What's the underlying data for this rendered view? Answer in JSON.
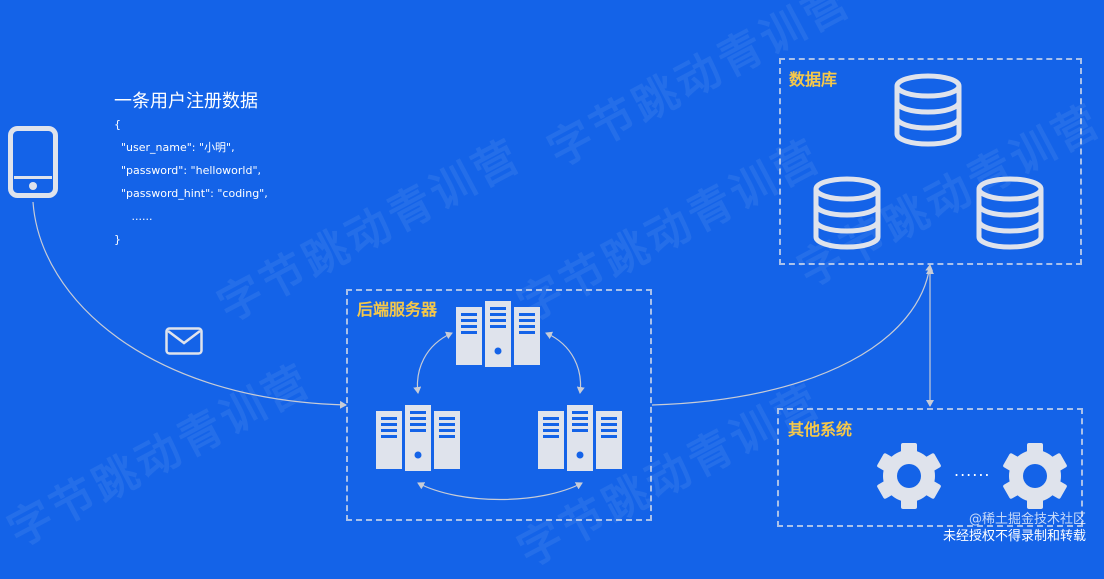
{
  "watermark": "字节跳动青训营",
  "client": {
    "title": "一条用户注册数据",
    "code_lines": [
      "{",
      "  \"user_name\": \"小明\",",
      "  \"password\": \"helloworld\",",
      "  \"password_hint\": \"coding\",",
      "     ......",
      "}"
    ]
  },
  "server_box": {
    "label": "后端服务器"
  },
  "database_box": {
    "label": "数据库"
  },
  "other_box": {
    "label": "其他系统",
    "ellipsis": "......"
  },
  "footer": {
    "line1": "@稀土掘金技术社区",
    "line2": "未经授权不得录制和转载"
  },
  "colors": {
    "background": "#1463e8",
    "label": "#f5c84a",
    "icon": "#dfe3ec"
  },
  "icons": [
    "phone-icon",
    "mail-icon",
    "server-icon",
    "database-icon",
    "gear-icon"
  ]
}
